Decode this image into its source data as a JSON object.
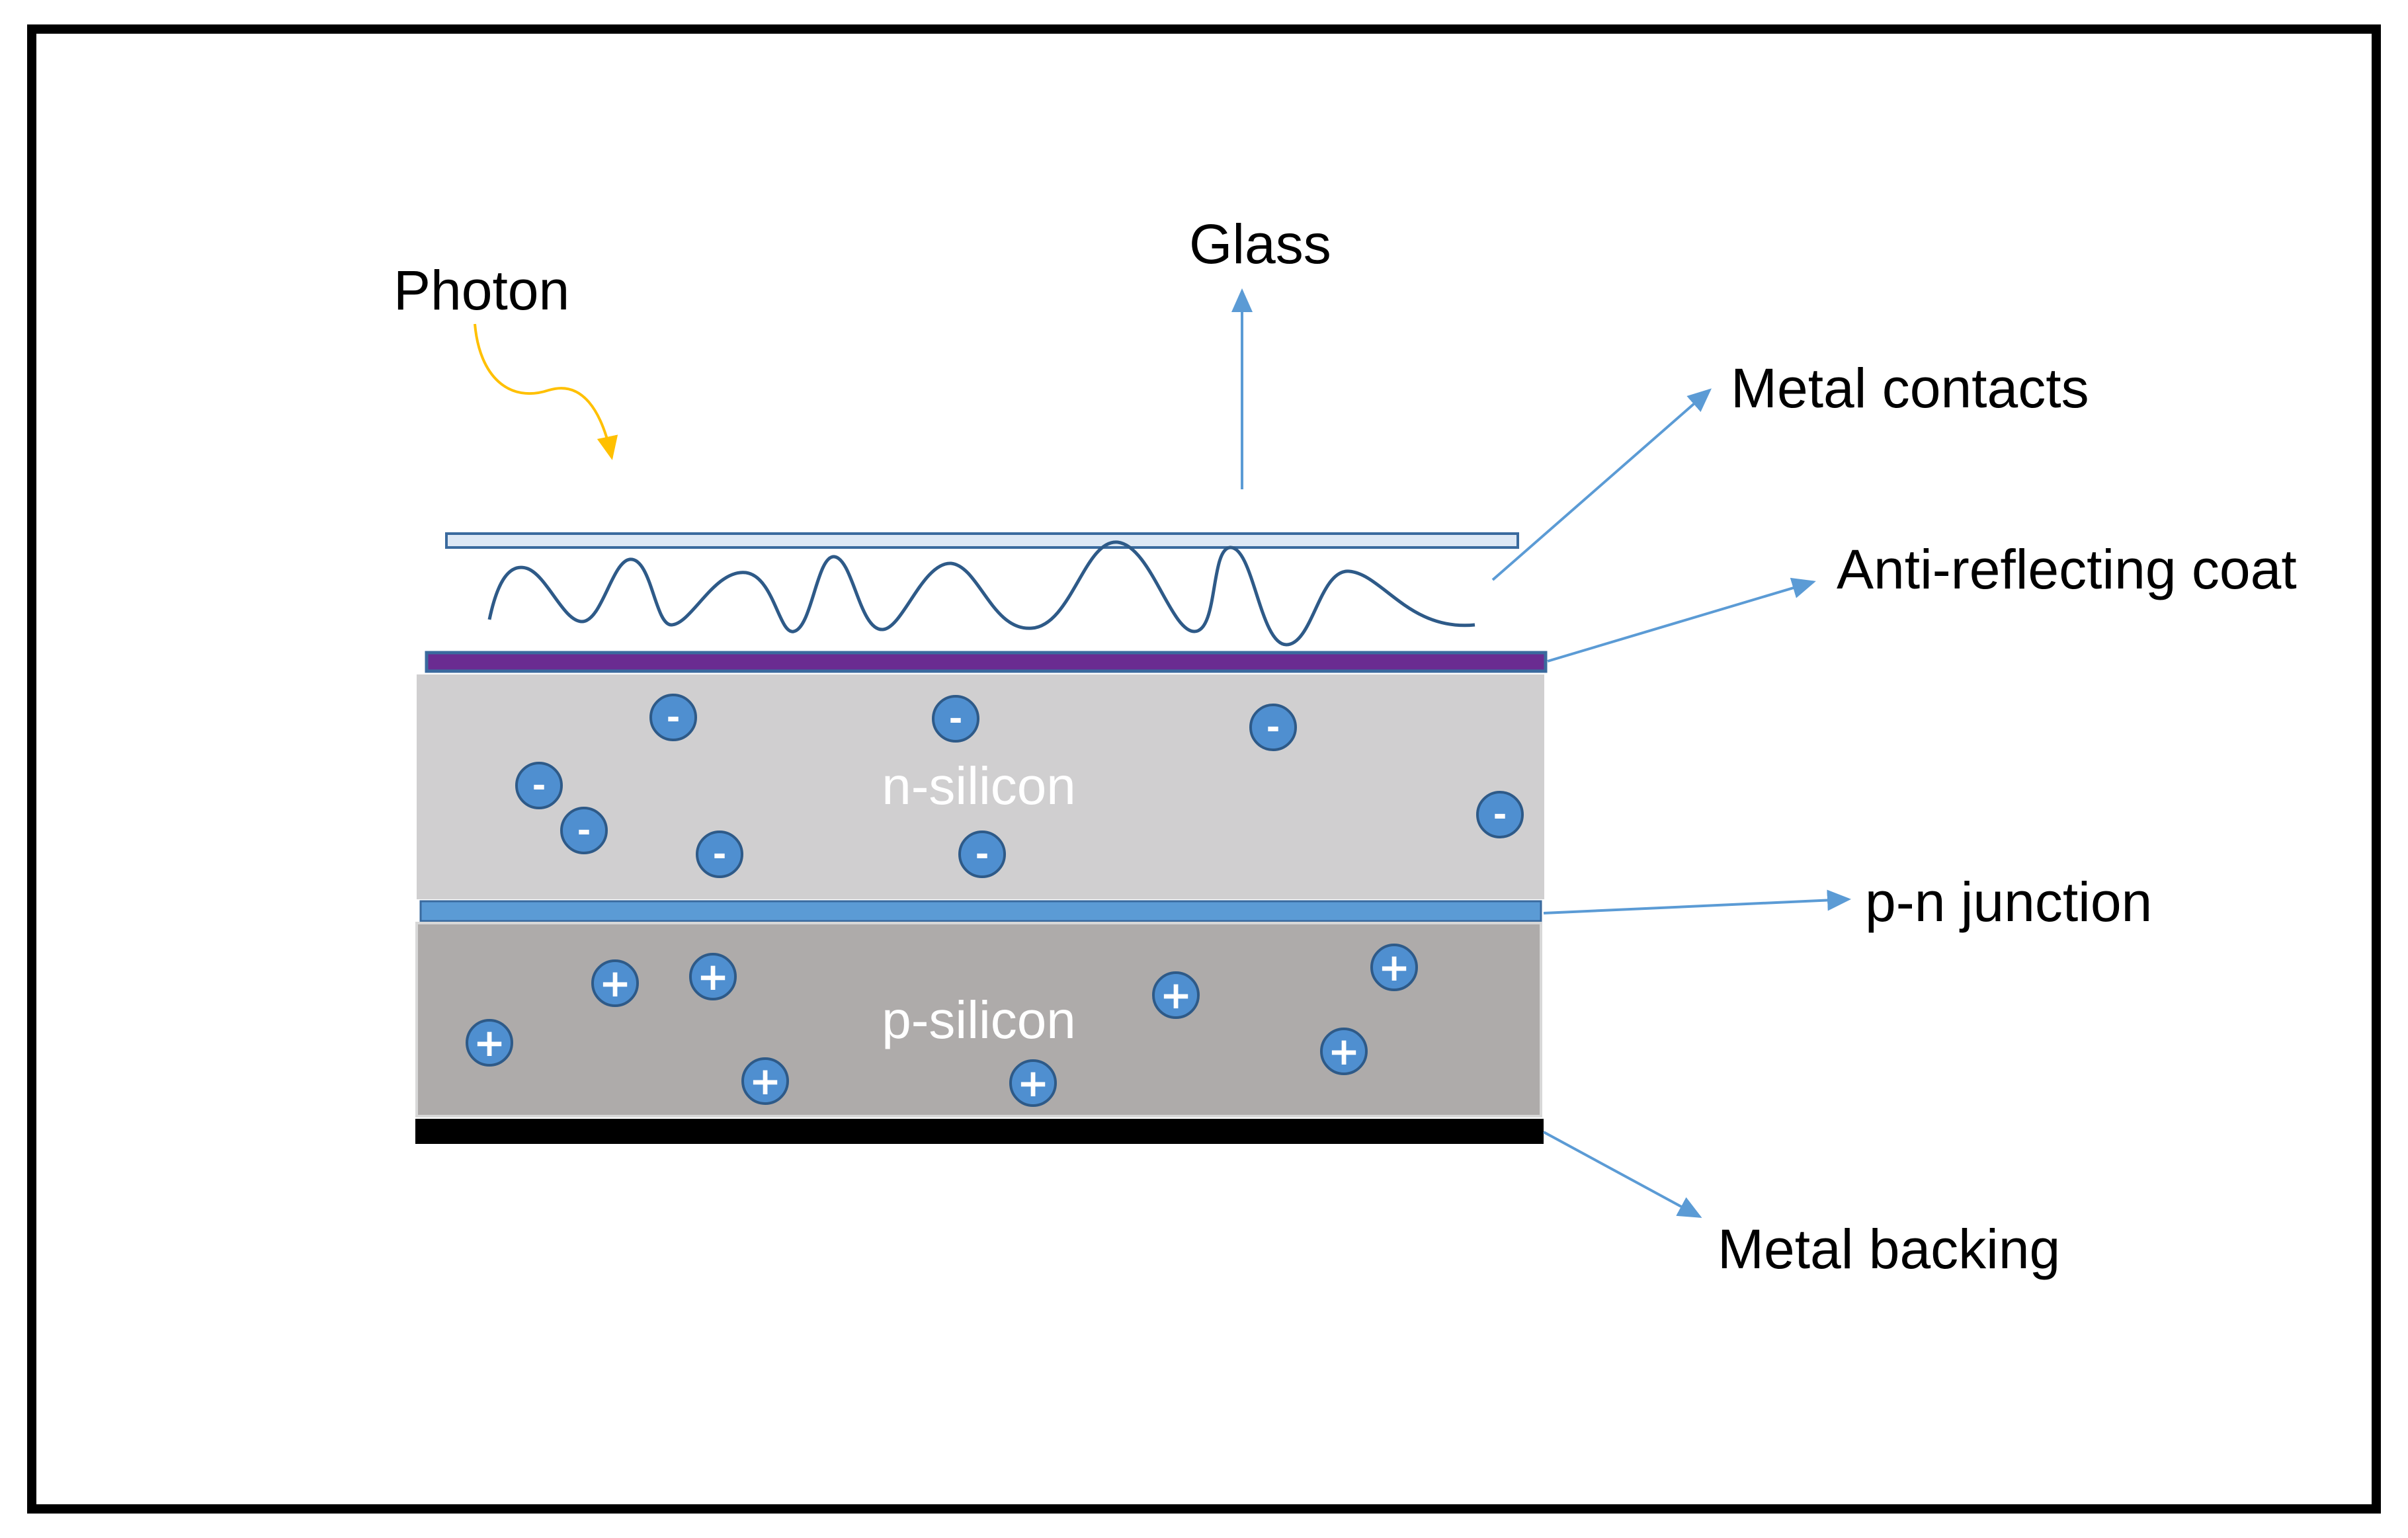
{
  "labels": {
    "photon": "Photon",
    "glass": "Glass",
    "metal_contacts": "Metal contacts",
    "anti_reflecting_coat": "Anti-reflecting coat",
    "pn_junction": "p-n junction",
    "metal_backing": "Metal backing"
  },
  "layers": {
    "n_silicon": "n-silicon",
    "p_silicon": "p-silicon"
  },
  "charges": {
    "electron_sign": "-",
    "hole_sign": "+"
  },
  "colors": {
    "frame": "#000000",
    "glass_fill": "#dde8f5",
    "glass_stroke": "#3a6a9e",
    "wave": "#2e5a88",
    "anti_reflect": "#6a2c91",
    "n_silicon": "#d0cfd0",
    "p_silicon": "#aeabaa",
    "junction": "#5b9bd5",
    "metal_backing": "#000000",
    "pointer": "#5b9bd5",
    "photon_arrow": "#ffc000",
    "charge_fill": "#4f8fd0",
    "charge_stroke": "#2e5a88"
  }
}
